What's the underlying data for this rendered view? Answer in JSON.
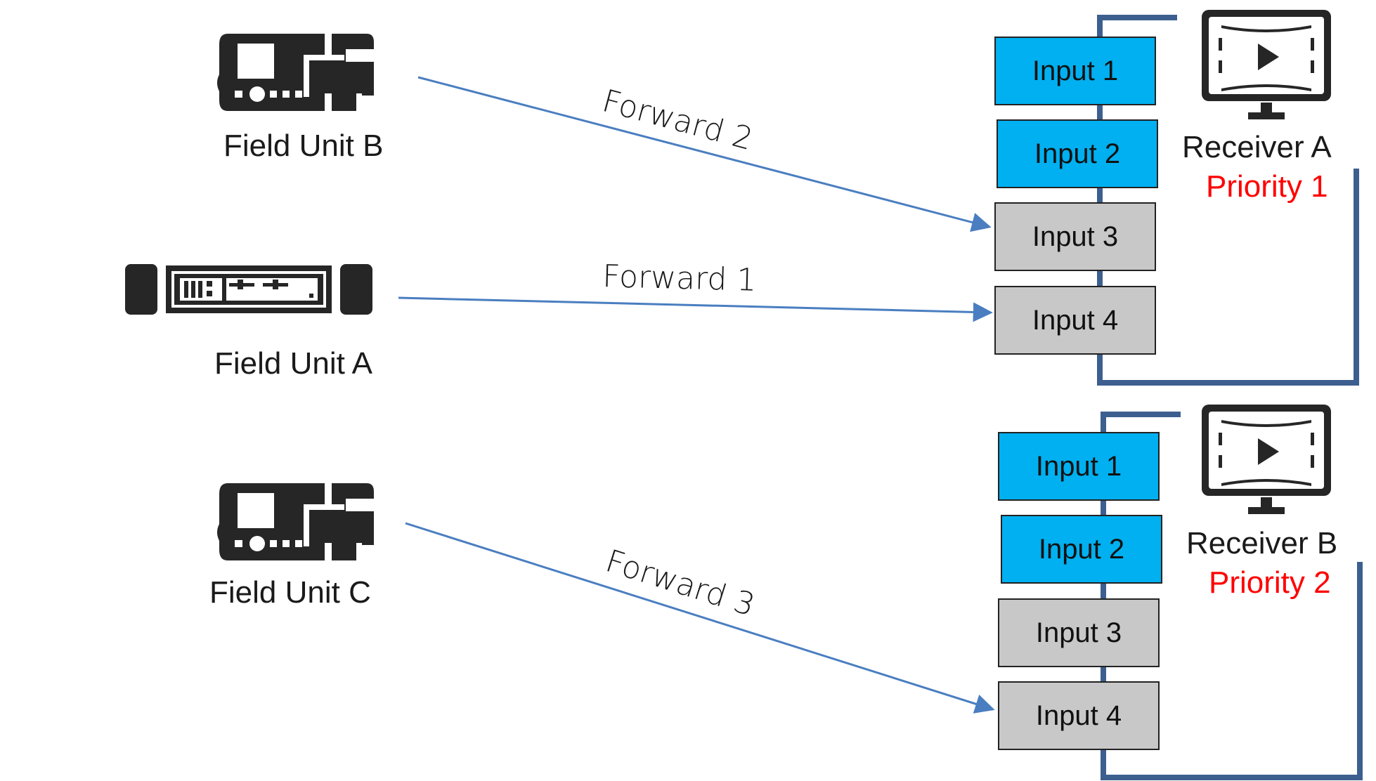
{
  "colors": {
    "active": "#00b0f0",
    "inactive": "#c8c8c8",
    "arrow": "#4a7ec0",
    "bracket": "#3d5f8f",
    "priority": "#ff0000",
    "device": "#262626"
  },
  "field_units": [
    {
      "label": "Field Unit B",
      "icon": "field-unit-camera-icon"
    },
    {
      "label": "Field Unit A",
      "icon": "field-unit-rack-icon"
    },
    {
      "label": "Field Unit C",
      "icon": "field-unit-camera-icon"
    }
  ],
  "forwards": [
    {
      "label": "Forward 2",
      "from": "Field Unit B",
      "to": "Receiver A / Input 3"
    },
    {
      "label": "Forward 1",
      "from": "Field Unit A",
      "to": "Receiver A / Input 4"
    },
    {
      "label": "Forward 3",
      "from": "Field Unit C",
      "to": "Receiver B / Input 4"
    }
  ],
  "receivers": [
    {
      "name": "Receiver A",
      "priority": "Priority 1",
      "icon": "monitor-play-icon",
      "inputs": [
        {
          "label": "Input 1",
          "active": true
        },
        {
          "label": "Input 2",
          "active": true
        },
        {
          "label": "Input 3",
          "active": false
        },
        {
          "label": "Input 4",
          "active": false
        }
      ]
    },
    {
      "name": "Receiver B",
      "priority": "Priority 2",
      "icon": "monitor-play-icon",
      "inputs": [
        {
          "label": "Input 1",
          "active": true
        },
        {
          "label": "Input 2",
          "active": true
        },
        {
          "label": "Input 3",
          "active": false
        },
        {
          "label": "Input 4",
          "active": false
        }
      ]
    }
  ]
}
